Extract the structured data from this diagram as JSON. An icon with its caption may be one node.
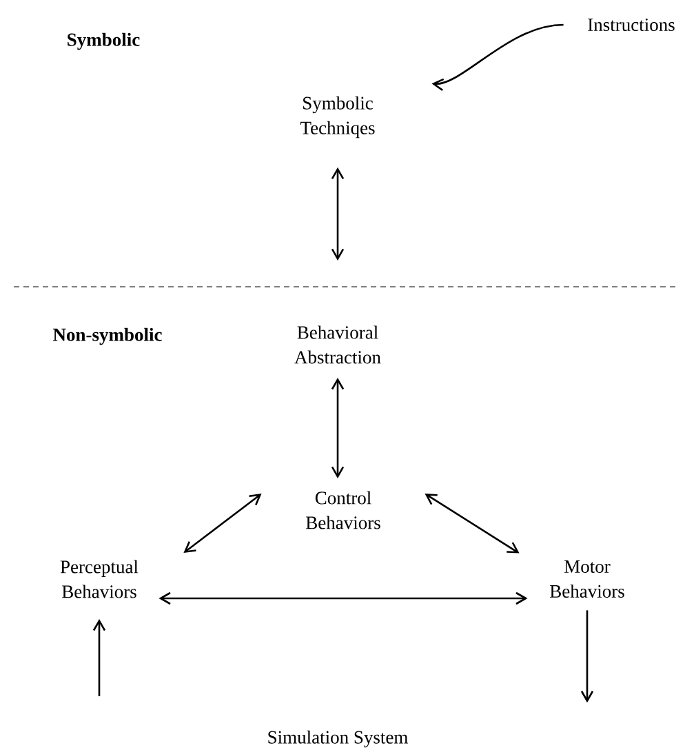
{
  "diagram": {
    "nodes": [
      {
        "text": [
          "Instructions"
        ]
      },
      {
        "text": [
          "Symbolic Techniqes"
        ]
      },
      {
        "text": [
          "Behavioral Abstraction"
        ]
      },
      {
        "text": [
          "Control Behaviors"
        ]
      },
      {
        "text": [
          "Perceptual Behaviors"
        ]
      },
      {
        "text": [
          "Motor Behaviors"
        ]
      }
    ],
    "edges": [
      {
        "from": 0,
        "to": 1,
        "arrow": "to"
      },
      {
        "from": 1,
        "to": 2,
        "arrow": "both"
      },
      {
        "from": 2,
        "to": 3,
        "arrow": "both"
      },
      {
        "from": 3,
        "to": 4,
        "arrow": "both"
      },
      {
        "from": 3,
        "to": 5,
        "arrow": "both"
      },
      {
        "from": 4,
        "to": 5,
        "arrow": "both"
      },
      {
        "from": null,
        "to": 4,
        "arrow": "to"
      },
      {
        "from": 5,
        "to": null,
        "arrow": "to"
      }
    ],
    "labels": [
      "Symbolic",
      "Non-symbolic",
      "Simulation System"
    ]
  }
}
